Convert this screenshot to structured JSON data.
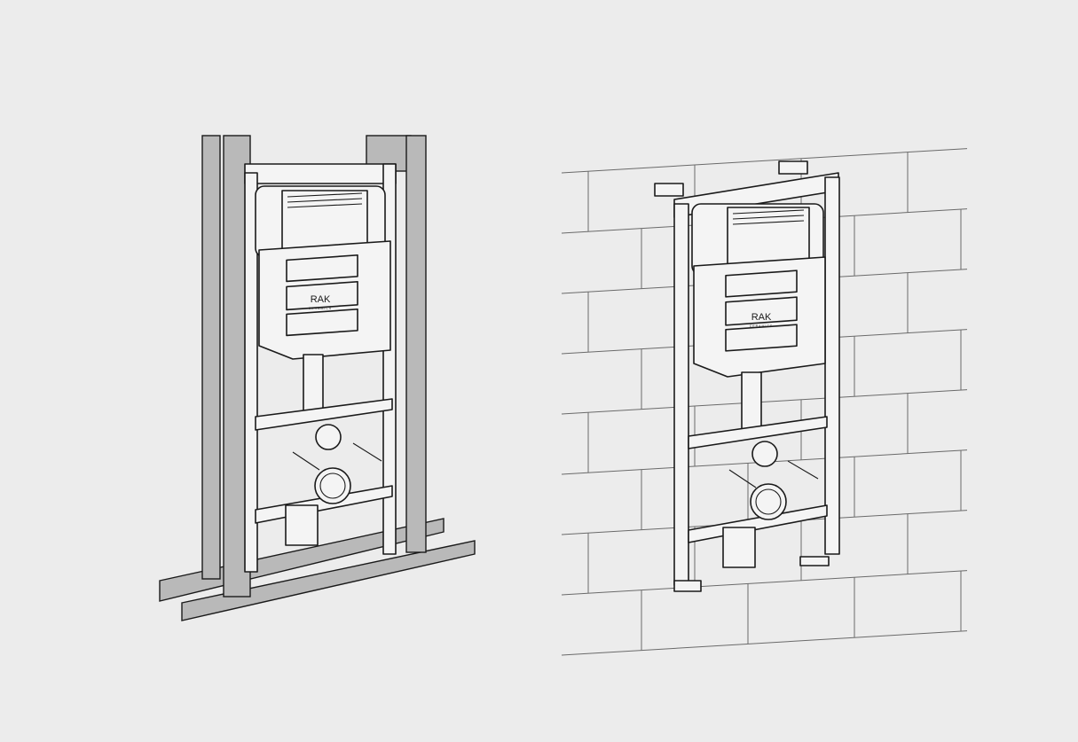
{
  "illustrations": [
    {
      "name": "frame-in-stud-wall",
      "logo": {
        "brand": "RAK",
        "sub": "CERAMICS"
      }
    },
    {
      "name": "frame-against-brick-wall",
      "logo": {
        "brand": "RAK",
        "sub": "CERAMICS"
      }
    }
  ],
  "colors": {
    "background": "#ececec",
    "stud": "#b9b9b9",
    "line": "#1a1a1a"
  }
}
